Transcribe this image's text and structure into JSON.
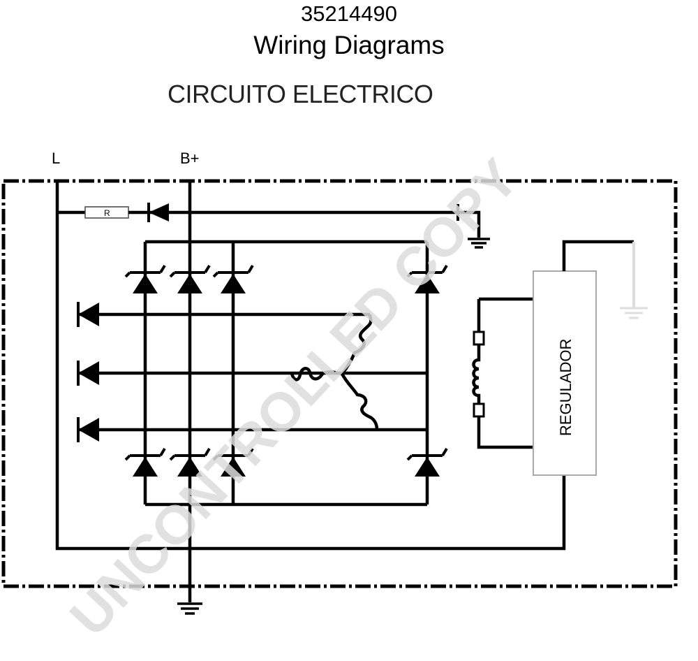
{
  "header": {
    "part_number": "35214490",
    "subtitle": "Wiring Diagrams",
    "diagram_title": "CIRCUITO ELECTRICO"
  },
  "terminals": {
    "l": "L",
    "b_plus": "B+"
  },
  "components": {
    "resistor_label": "R",
    "regulator_label": "REGULADOR"
  },
  "watermark": "UNCONTROLLED COPY",
  "colors": {
    "line": "#000000",
    "watermark": "#dcdcdc",
    "regulator_border": "#b0b0b0"
  }
}
